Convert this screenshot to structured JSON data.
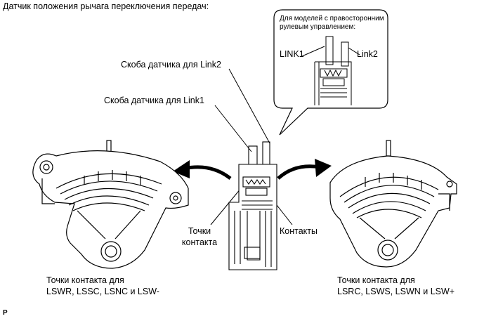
{
  "title": "Датчик положения рычага переключения передач:",
  "inset": {
    "note_line1": "Для моделей с правосторонним",
    "note_line2": "рулевым управлением:",
    "link1": "LINK1",
    "link2": "Link2"
  },
  "labels": {
    "bracket_link2": "Скоба датчика для Link2",
    "bracket_link1": "Скоба датчика для Link1",
    "contact_points_line1": "Точки",
    "contact_points_line2": "контакта",
    "contacts": "Контакты",
    "left_caption_line1": "Точки контакта для",
    "left_caption_line2": "LSWR, LSSC, LSNC и LSW-",
    "right_caption_line1": "Точки контакта для",
    "right_caption_line2": "LSRC, LSWS, LSWN и LSW+",
    "corner_mark": "P"
  }
}
